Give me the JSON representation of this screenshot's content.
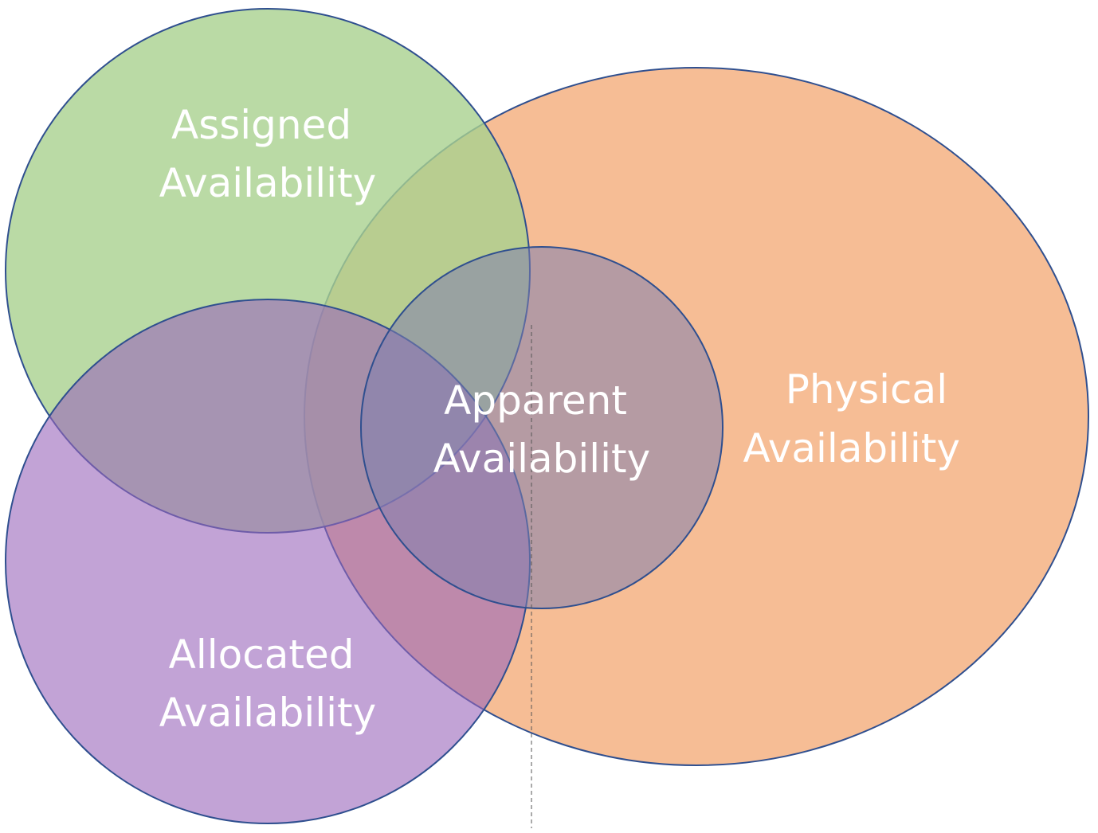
{
  "diagram": {
    "sets": [
      {
        "id": "physical",
        "label_lines": [
          "Physical",
          "Availability"
        ],
        "fill": "#F4B183"
      },
      {
        "id": "assigned",
        "label_lines": [
          "Assigned",
          "Availability"
        ],
        "fill": "#A9D18E"
      },
      {
        "id": "allocated",
        "label_lines": [
          "Allocated",
          "Availability"
        ],
        "fill": "#9966BB"
      },
      {
        "id": "apparent",
        "label_lines": [
          "Apparent",
          "Availability"
        ],
        "fill": "#7F7FAF"
      }
    ],
    "outline_color": "#2F4F8F"
  }
}
